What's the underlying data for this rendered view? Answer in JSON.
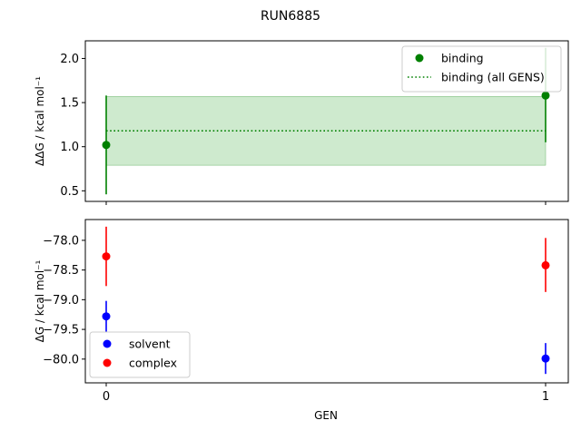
{
  "chart_data": {
    "type": "scatter",
    "title": "RUN6885",
    "xlabel": "GEN",
    "x_ticks": [
      "0",
      "1"
    ],
    "subplots": [
      {
        "id": "top",
        "ylabel": "ΔΔG / kcal mol⁻¹",
        "ylim": [
          0.38,
          2.2
        ],
        "y_ticks": [
          0.5,
          1.0,
          1.5,
          2.0
        ],
        "y_tick_labels": [
          "0.5",
          "1.0",
          "1.5",
          "2.0"
        ],
        "legend_placement": "upper right",
        "series": [
          {
            "name": "binding",
            "color": "#008000",
            "marker": "circle",
            "points": [
              {
                "x": 0,
                "y": 1.02,
                "err_low": 0.46,
                "err_high": 1.58
              },
              {
                "x": 1,
                "y": 1.58,
                "err_low": 1.05,
                "err_high": 2.12
              }
            ]
          }
        ],
        "aggregate": {
          "name": "binding (all GENS)",
          "color": "#008000",
          "line_style": "dotted",
          "value": 1.18,
          "band": [
            0.79,
            1.57
          ],
          "band_color": "#b3dfb3"
        }
      },
      {
        "id": "bottom",
        "ylabel": "ΔG / kcal mol⁻¹",
        "ylim": [
          -80.4,
          -77.65
        ],
        "y_ticks": [
          -80.0,
          -79.5,
          -79.0,
          -78.5,
          -78.0
        ],
        "y_tick_labels": [
          "−80.0",
          "−79.5",
          "−79.0",
          "−78.5",
          "−78.0"
        ],
        "legend_placement": "lower left",
        "series": [
          {
            "name": "solvent",
            "color": "#0000ff",
            "marker": "circle",
            "points": [
              {
                "x": 0,
                "y": -79.28,
                "err_low": -79.54,
                "err_high": -79.02
              },
              {
                "x": 1,
                "y": -79.99,
                "err_low": -80.25,
                "err_high": -79.73
              }
            ]
          },
          {
            "name": "complex",
            "color": "#ff0000",
            "marker": "circle",
            "points": [
              {
                "x": 0,
                "y": -78.27,
                "err_low": -78.77,
                "err_high": -77.77
              },
              {
                "x": 1,
                "y": -78.42,
                "err_low": -78.87,
                "err_high": -77.96
              }
            ]
          }
        ]
      }
    ]
  }
}
